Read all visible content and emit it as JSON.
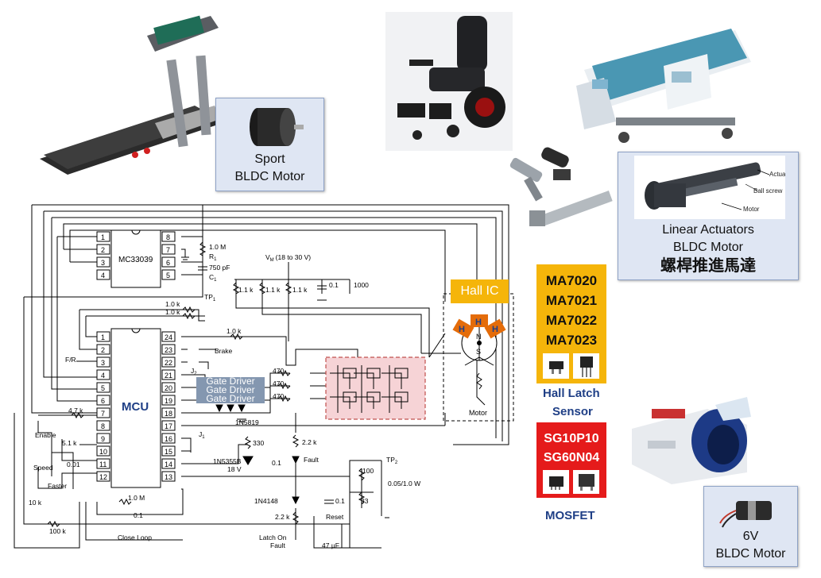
{
  "callouts": {
    "treadmill": {
      "line1": "Sport",
      "line2": "BLDC Motor"
    },
    "bed": {
      "line1": "Linear Actuators",
      "line2": "BLDC Motor",
      "line3": "螺桿推進馬達"
    },
    "bp": {
      "line1": "6V",
      "line2": "BLDC Motor"
    }
  },
  "bed_insert": {
    "actuator": "Actuator",
    "ball_screw": "Ball screw",
    "motor": "Motor"
  },
  "hall_ic_label": "Hall IC",
  "hall_parts": [
    "MA7020",
    "MA7021",
    "MA7022",
    "MA7023"
  ],
  "hall_caption": {
    "line1": "Hall Latch",
    "line2": "Sensor"
  },
  "mosfet_parts": [
    "SG10P10",
    "SG60N04"
  ],
  "mosfet_caption": "MOSFET",
  "gate_driver_label": "Gate Driver",
  "schematic": {
    "mc33039": "MC33039",
    "mcu": "MCU",
    "mc_left_pins": [
      "1",
      "2",
      "3",
      "4"
    ],
    "mc_right_pins": [
      "8",
      "7",
      "6",
      "5"
    ],
    "mcu_left_pins": [
      "1",
      "2",
      "3",
      "4",
      "5",
      "6",
      "7",
      "8",
      "9",
      "10",
      "11",
      "12"
    ],
    "mcu_right_pins": [
      "24",
      "23",
      "22",
      "21",
      "20",
      "19",
      "18",
      "17",
      "16",
      "15",
      "14",
      "13"
    ],
    "r1": "1.0 M",
    "r1_name": "R",
    "r1_sub": "1",
    "c1": "750 pF",
    "c1_name": "C",
    "c1_sub": "1",
    "tp1": "TP",
    "tp1_sub": "1",
    "vm_v": "V",
    "vm_sub": "M",
    "vm_range": "(18 to 30 V)",
    "pullup1": "1.1 k",
    "pullup2": "1.1 k",
    "pullup3": "1.1 k",
    "cap01": "0.1",
    "cap1000": "1000",
    "r1k_a": "1.0 k",
    "r1k_b": "1.0 k",
    "r1k_c": "1.0 k",
    "brake": "Brake",
    "fr": "F/R",
    "j2": "J",
    "j2_sub": "2",
    "gr1": "470",
    "gr2": "470",
    "gr3": "470",
    "diode_1n5819": "1N5819",
    "r330": "330",
    "zener": "1N5355B",
    "zener_v": "18 V",
    "j1": "J",
    "j1_sub": "1",
    "c01b": "0.1",
    "r22k": "2.2 k",
    "fault": "Fault",
    "tp2": "TP",
    "tp2_sub": "2",
    "r100": "100",
    "r33": "33",
    "rsense": "0.05/1.0 W",
    "r47k": "4.7 k",
    "enable": "Enable",
    "r51k": "5.1 k",
    "speed": "Speed",
    "c001": "0.01",
    "faster": "Faster",
    "r10k": "10 k",
    "r10m": "1.0 M",
    "c01c": "0.1",
    "r100k": "100 k",
    "close_loop": "Close Loop",
    "d1n4148": "1N4148",
    "r22k_b": "2.2 k",
    "c01d": "0.1",
    "reset": "Reset",
    "latch": "Latch On",
    "latch2": "Fault",
    "c47": "47 µF",
    "motor": "Motor",
    "hall_h": "H",
    "pole_n": "N",
    "pole_s": "S"
  }
}
